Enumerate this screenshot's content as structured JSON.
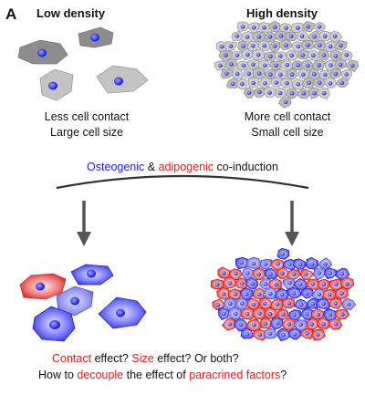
{
  "panel": {
    "letter": "A"
  },
  "low": {
    "title": "Low density",
    "line1": "Less cell contact",
    "line2": "Large cell size"
  },
  "high": {
    "title": "High density",
    "line1": "More cell contact",
    "line2": "Small cell size"
  },
  "induction": {
    "osteogenic": "Osteogenic",
    "amp": "&",
    "adipogenic": "adipogenic",
    "rest": "co-induction"
  },
  "question1": {
    "contact": "Contact",
    "mid1": "effect?",
    "size": "Size",
    "mid2": "effect? Or both?"
  },
  "question2": {
    "pre": "How to",
    "decouple": "decouple",
    "mid": "the effect of",
    "paracrine": "paracrined factors",
    "post": "?"
  },
  "colors": {
    "osteogenic": "#1a1aff",
    "adipogenic": "#e02020",
    "gray_cell": "#c8c8c8",
    "dark_gray_cell": "#8a8a8a",
    "arrow": "#555555"
  }
}
